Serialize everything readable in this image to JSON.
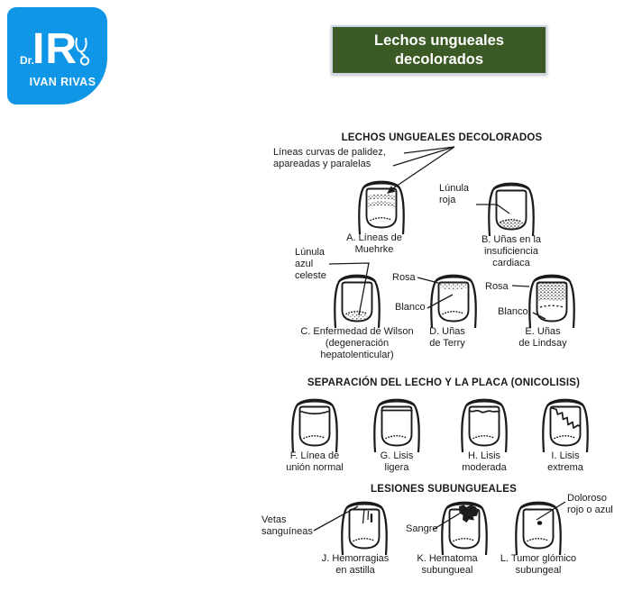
{
  "colors": {
    "logo_blue": "#0f96e6",
    "banner_green": "#3c5a26",
    "banner_border": "#cdd6e2",
    "ink": "#1a1a1a",
    "background": "#ffffff"
  },
  "logo": {
    "prefix": "Dr.",
    "monogram": "IR",
    "name": "IVAN RIVAS"
  },
  "banner": {
    "lines": [
      "Lechos ungueales",
      "decolorados"
    ]
  },
  "sections": [
    {
      "title": "LECHOS UNGUEALES DECOLORADOS"
    },
    {
      "title": "SEPARACIÓN DEL LECHO Y LA PLACA (ONICOLISIS)"
    },
    {
      "title": "LESIONES SUBUNGUEALES"
    }
  ],
  "figures": {
    "a": {
      "label": [
        "A. Líneas de",
        "Muehrke"
      ]
    },
    "b": {
      "label": [
        "B. Uñas en la",
        "insuficiencia",
        "cardiaca"
      ]
    },
    "c": {
      "label": [
        "C. Enfermedad de Wilson",
        "(degeneración",
        "hepatolenticular)"
      ]
    },
    "d": {
      "label": [
        "D. Uñas",
        "de Terry"
      ]
    },
    "e": {
      "label": [
        "E. Uñas",
        "de Lindsay"
      ]
    },
    "f": {
      "label": [
        "F. Línea de",
        "unión normal"
      ]
    },
    "g": {
      "label": [
        "G. Lisis",
        "ligera"
      ]
    },
    "h": {
      "label": [
        "H. Lisis",
        "moderada"
      ]
    },
    "i": {
      "label": [
        "I. Lisis",
        "extrema"
      ]
    },
    "j": {
      "label": [
        "J. Hemorragias",
        "en astilla"
      ]
    },
    "k": {
      "label": [
        "K. Hematoma",
        "subungueal"
      ]
    },
    "l": {
      "label": [
        "L. Tumor glómico",
        "subungeal"
      ]
    }
  },
  "callouts": {
    "muehrcke": {
      "lines": [
        "Líneas curvas de palidez,",
        "apareadas y paralelas"
      ]
    },
    "lunula_roja": {
      "lines": [
        "Lúnula",
        "roja"
      ]
    },
    "lunula_azul": {
      "lines": [
        "Lúnula",
        "azul",
        "celeste"
      ]
    },
    "terry_rosa": {
      "lines": [
        "Rosa"
      ]
    },
    "terry_blanco": {
      "lines": [
        "Blanco"
      ]
    },
    "lindsay_rosa": {
      "lines": [
        "Rosa"
      ]
    },
    "lindsay_blanco": {
      "lines": [
        "Blanco"
      ]
    },
    "vetas": {
      "lines": [
        "Vetas",
        "sanguíneas"
      ]
    },
    "sangre": {
      "lines": [
        "Sangre"
      ]
    },
    "doloroso": {
      "lines": [
        "Doloroso",
        "rojo o azul"
      ]
    }
  }
}
